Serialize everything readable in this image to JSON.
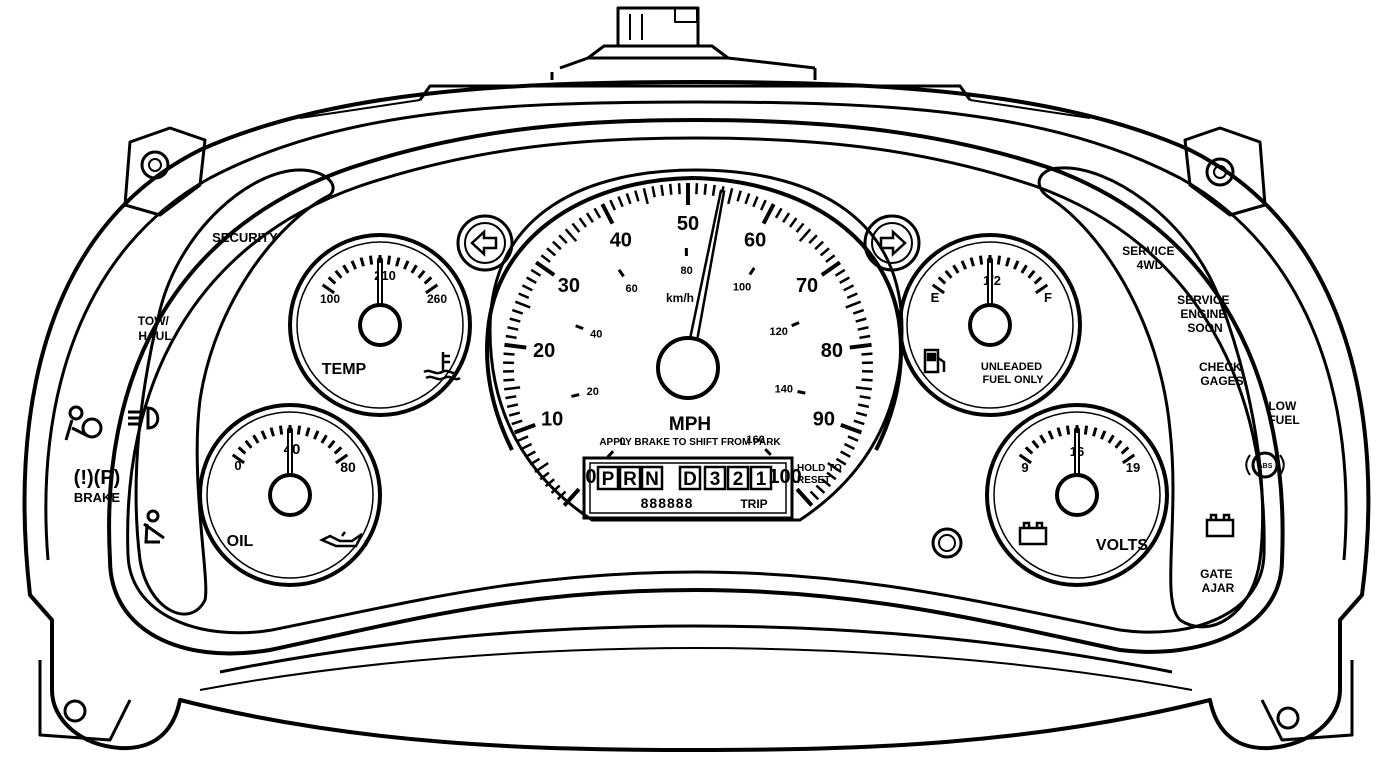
{
  "colors": {
    "ink": "#000000",
    "paper": "#ffffff"
  },
  "left_telltales": {
    "security": "SECURITY",
    "tow_haul": [
      "TOW/",
      "HAUL"
    ],
    "brake_glyph": "(!)(P)",
    "brake": "BRAKE",
    "icons": [
      "airbag-icon",
      "headlamp-icon",
      "seatbelt-icon"
    ]
  },
  "right_telltales": {
    "service_4wd": [
      "SERVICE",
      "4WD"
    ],
    "service_engine": [
      "SERVICE",
      "ENGINE",
      "SOON"
    ],
    "check_gages": [
      "CHECK",
      "GAGES"
    ],
    "low_fuel": [
      "LOW",
      "FUEL"
    ],
    "abs": "ABS",
    "gate_ajar": [
      "GATE",
      "AJAR"
    ],
    "icons": [
      "battery-icon",
      "abs-icon"
    ]
  },
  "temp_gauge": {
    "ticks": [
      "100",
      "210",
      "260"
    ],
    "label": "TEMP",
    "needle_pct": 0.5,
    "icon": "coolant-temp-icon"
  },
  "oil_gauge": {
    "ticks": [
      "0",
      "40",
      "80"
    ],
    "label": "OIL",
    "needle_pct": 0.5,
    "icon": "oil-can-icon"
  },
  "fuel_gauge": {
    "ticks": [
      "E",
      "1/2",
      "F"
    ],
    "label": [
      "UNLEADED",
      "FUEL ONLY"
    ],
    "needle_pct": 0.5,
    "icon": "fuel-pump-icon"
  },
  "volt_gauge": {
    "ticks": [
      "9",
      "16",
      "19"
    ],
    "label": "VOLTS",
    "needle_pct": 0.5,
    "icon": "battery-icon"
  },
  "speedometer": {
    "mph_labels": [
      "0",
      "10",
      "20",
      "30",
      "40",
      "50",
      "60",
      "70",
      "80",
      "90",
      "100"
    ],
    "kmh_labels": [
      "0",
      "20",
      "40",
      "60",
      "80",
      "100",
      "120",
      "140",
      "160"
    ],
    "kmh_unit": "km/h",
    "unit": "MPH",
    "note": "APPLY BRAKE TO SHIFT FROM PARK",
    "needle_mph": 54,
    "turn_left_icon": "left-arrow-icon",
    "turn_right_icon": "right-arrow-icon"
  },
  "prndl": {
    "gears": [
      "P",
      "R",
      "N",
      "D",
      "3",
      "2",
      "1"
    ],
    "odometer": "888888",
    "trip": "TRIP",
    "hold_reset": [
      "HOLD TO",
      "RESET"
    ]
  }
}
